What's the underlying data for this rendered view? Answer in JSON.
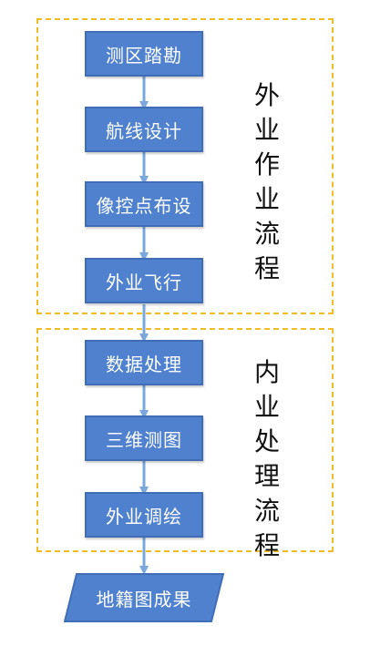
{
  "colors": {
    "box_fill": "#4f81cf",
    "box_border": "#3f6eb6",
    "arrow": "#7aa7dc",
    "dashed_frame": "#f0bc2b",
    "text_on_box": "#ffffff"
  },
  "field_group": {
    "label": "外业作业流程",
    "steps": [
      "测区踏勘",
      "航线设计",
      "像控点布设",
      "外业飞行"
    ]
  },
  "office_group": {
    "label": "内业处理流程",
    "steps": [
      "数据处理",
      "三维测图",
      "外业调绘"
    ]
  },
  "result": {
    "label": "地籍图成果"
  }
}
